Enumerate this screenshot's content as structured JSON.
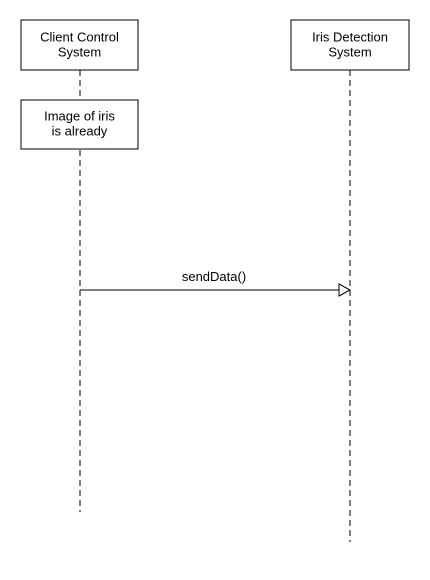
{
  "lifelines": [
    {
      "id": "client",
      "title_lines": [
        "Client Control",
        "System"
      ]
    },
    {
      "id": "iris",
      "title_lines": [
        "Iris Detection",
        "System"
      ]
    }
  ],
  "notes": [
    {
      "lifeline": "client",
      "text_lines": [
        "Image of iris",
        "is already"
      ]
    }
  ],
  "messages": [
    {
      "from": "client",
      "to": "iris",
      "label": "sendData()",
      "arrowhead": "open-triangle"
    }
  ],
  "colors": {
    "line": "#000000",
    "box_fill": "#ffffff",
    "background": "#ffffff"
  }
}
